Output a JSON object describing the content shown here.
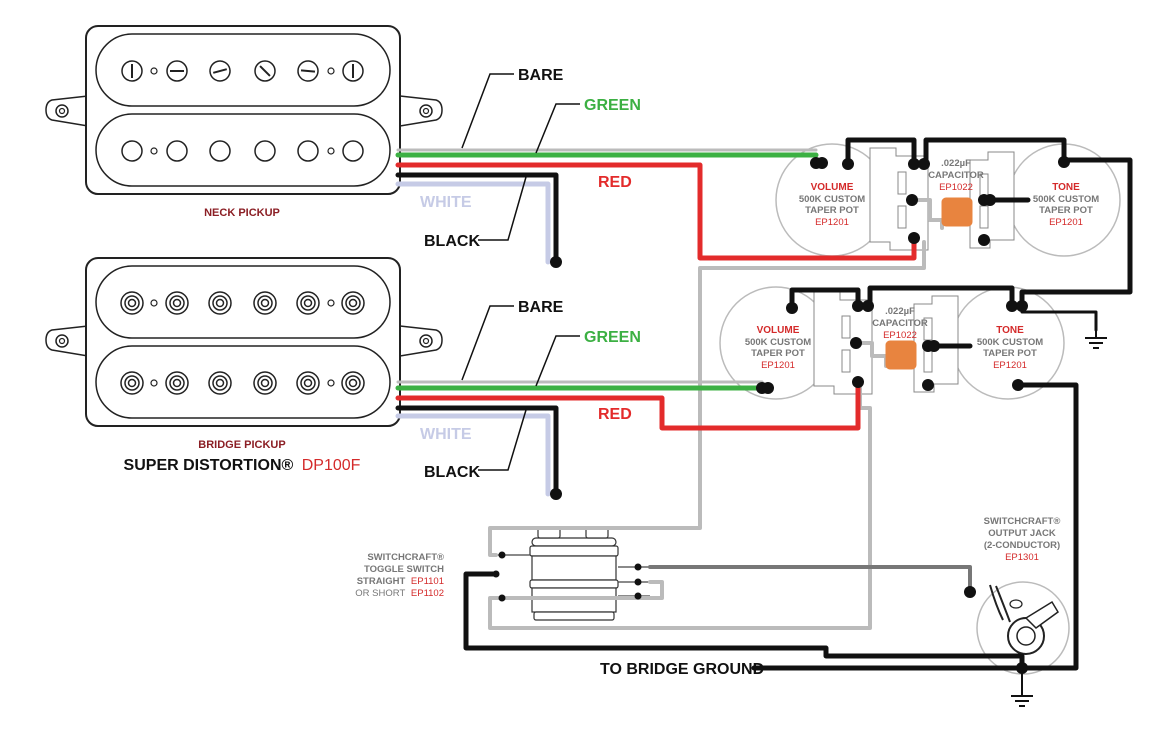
{
  "colors": {
    "black": "#111111",
    "green": "#3cb043",
    "red": "#e32b2b",
    "white_wire": "#c6cbe6",
    "bare": "#bbbbbb",
    "capacitor": "#e8843f",
    "dark_red": "#8b1e24",
    "part_red": "#d42a2a"
  },
  "neck_pickup": {
    "label": "NECK PICKUP"
  },
  "bridge_pickup": {
    "label": "BRIDGE PICKUP",
    "model_prefix": "SUPER DISTORTION®",
    "model_number": "DP100F"
  },
  "wire_labels": {
    "bare": "BARE",
    "green": "GREEN",
    "red": "RED",
    "white": "WHITE",
    "black": "BLACK"
  },
  "pots": {
    "volume_title": "VOLUME",
    "tone_title": "TONE",
    "desc_line1": "500K CUSTOM",
    "desc_line2": "TAPER POT",
    "part": "EP1201"
  },
  "capacitor": {
    "value": ".022µF",
    "name": "CAPACITOR",
    "part": "EP1022"
  },
  "toggle_switch": {
    "line1": "SWITCHCRAFT®",
    "line2": "TOGGLE SWITCH",
    "straight_label": "STRAIGHT",
    "straight_part": "EP1101",
    "short_label": "OR SHORT",
    "short_part": "EP1102"
  },
  "output_jack": {
    "line1": "SWITCHCRAFT®",
    "line2": "OUTPUT JACK",
    "line3": "(2-CONDUCTOR)",
    "part": "EP1301"
  },
  "bridge_ground": "TO BRIDGE GROUND"
}
